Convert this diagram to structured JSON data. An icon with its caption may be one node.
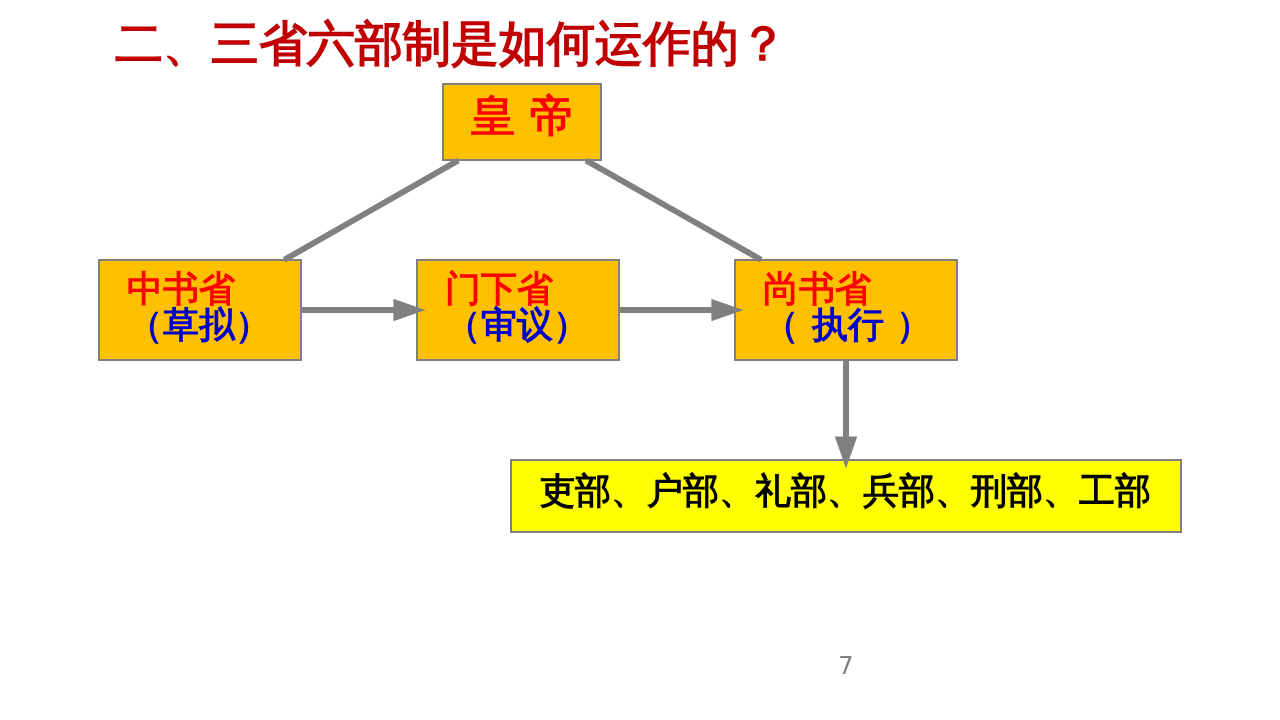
{
  "diagram": {
    "title": "二、三省六部制是如何运作的？",
    "nodes": [
      {
        "text": [
          "皇 帝"
        ]
      },
      {
        "text": [
          "中书省",
          "（草拟）"
        ]
      },
      {
        "text": [
          "门下省",
          "（审议）"
        ]
      },
      {
        "text": [
          "尚书省",
          "（ 执行 ）"
        ]
      },
      {
        "text": [
          "吏部、户部、礼部、兵部、刑部、工部"
        ]
      }
    ],
    "edges": [
      {
        "from": 0,
        "to": 1,
        "arrow": "none"
      },
      {
        "from": 0,
        "to": 3,
        "arrow": "none"
      },
      {
        "from": 1,
        "to": 2,
        "arrow": "to"
      },
      {
        "from": 2,
        "to": 3,
        "arrow": "to"
      },
      {
        "from": 3,
        "to": 4,
        "arrow": "to"
      }
    ],
    "labels": [
      "7"
    ]
  }
}
